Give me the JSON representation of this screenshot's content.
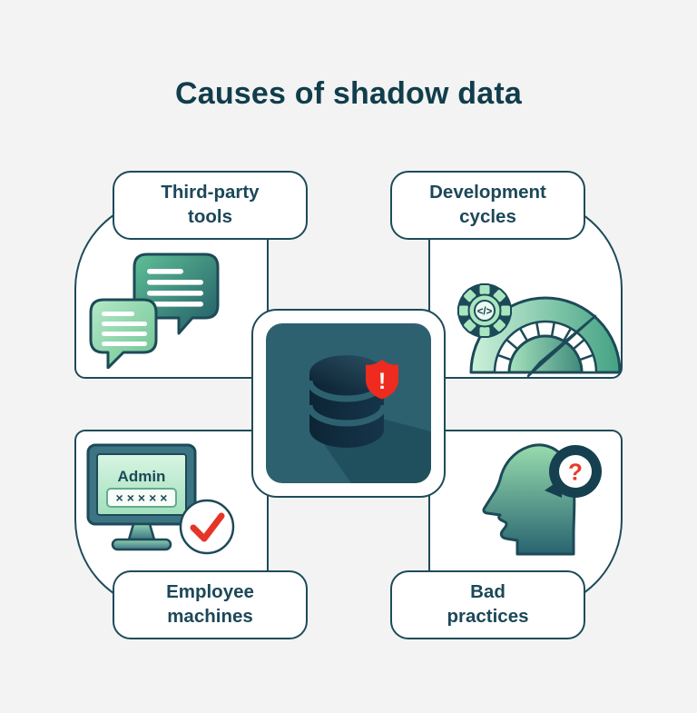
{
  "title": "Causes of shadow data",
  "colors": {
    "background": "#f2f3f2",
    "outline": "#1d4a58",
    "card_fill": "#ffffff",
    "center_teal": "#2d6170",
    "alert_red": "#ee2b1e",
    "check_red": "#e53529",
    "green_light": "#a9e6c0",
    "green_mid": "#5fc096",
    "green_dark": "#276470"
  },
  "center": {
    "icon": "database-alert-icon",
    "alert_glyph": "!"
  },
  "cards": [
    {
      "id": "third-party-tools",
      "label_line1": "Third-party",
      "label_line2": "tools",
      "icon": "chat-bubbles-icon"
    },
    {
      "id": "development-cycles",
      "label_line1": "Development",
      "label_line2": "cycles",
      "icon": "speedometer-gear-icon",
      "code_glyph": "</>"
    },
    {
      "id": "employee-machines",
      "label_line1": "Employee",
      "label_line2": "machines",
      "icon": "admin-monitor-icon",
      "monitor_title": "Admin",
      "password_mask": "×××××"
    },
    {
      "id": "bad-practices",
      "label_line1": "Bad",
      "label_line2": "practices",
      "icon": "head-question-icon",
      "question_glyph": "?"
    }
  ]
}
